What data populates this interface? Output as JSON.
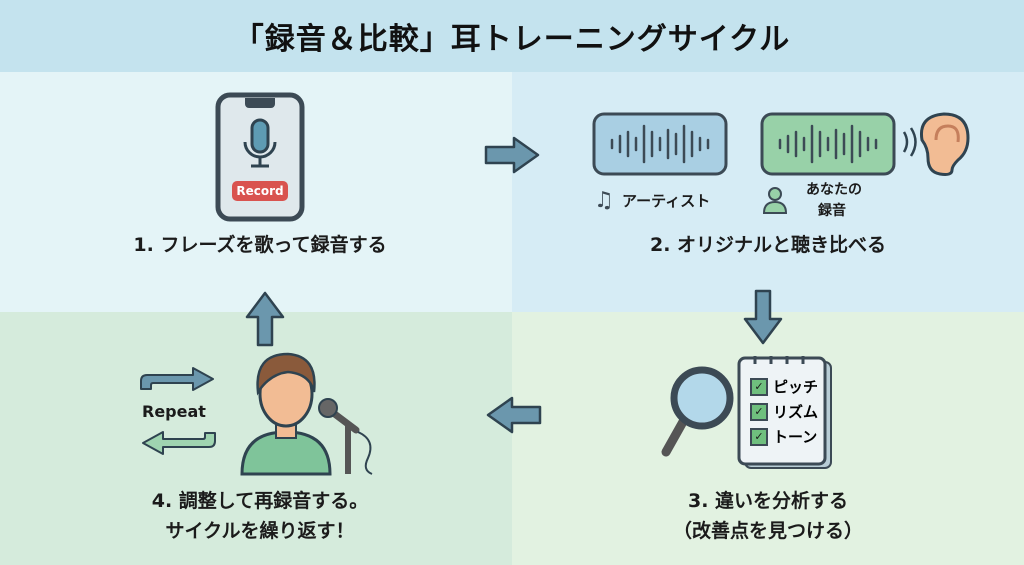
{
  "title": "「録音＆比較」耳トレーニングサイクル",
  "steps": {
    "s1": "1. フレーズを歌って録音する",
    "s2": "2. オリジナルと聴き比べる",
    "s3_line1": "3. 違いを分析する",
    "s3_line2": "（改善点を見つける）",
    "s4_line1": "4. 調整して再録音する。",
    "s4_line2": "サイクルを繰り返す！"
  },
  "phone": {
    "record_label": "Record"
  },
  "compare": {
    "artist_label": "アーティスト",
    "you_label_line1": "あなたの",
    "you_label_line2": "録音"
  },
  "checklist": [
    "ピッチ",
    "リズム",
    "トーン"
  ],
  "repeat_label": "Repeat",
  "colors": {
    "header_bg": "#c4e3ee",
    "record_red": "#d9534f",
    "artist_wave_bg": "#a9cfe3",
    "you_wave_bg": "#98d1a8",
    "arrow": "#6b97ad"
  }
}
